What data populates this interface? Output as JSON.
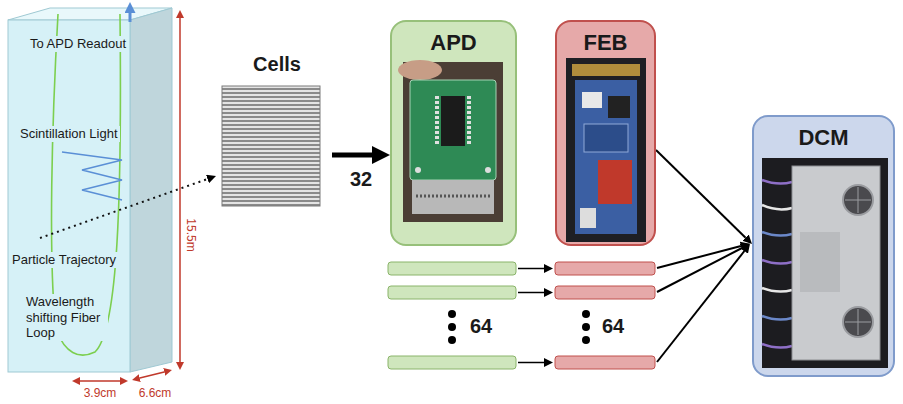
{
  "diagram": {
    "nodes": [
      {
        "text": [
          "Cells"
        ]
      },
      {
        "text": [
          "APD"
        ]
      },
      {
        "text": [
          "FEB"
        ]
      },
      {
        "text": [
          "DCM"
        ]
      }
    ],
    "edges": [
      {
        "from": 0,
        "to": 1,
        "label": "32",
        "arrow": "to"
      },
      {
        "from": 2,
        "to": 3,
        "arrow": "to"
      }
    ],
    "labels": [
      "To APD Readout",
      "Scintillation Light",
      "Particle Trajectory",
      "Wavelength shifting Fiber Loop",
      "15.5m",
      "3.9cm",
      "6.6cm",
      "64",
      "64"
    ]
  }
}
